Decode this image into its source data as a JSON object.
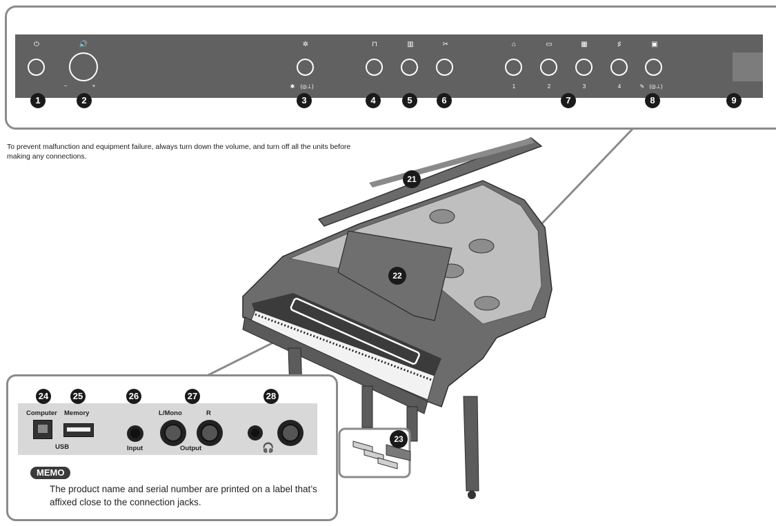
{
  "control_panel": {
    "volume_minus": "−",
    "volume_plus": "+",
    "button3_sub": "(◎⊥)",
    "button8_sub": "(◎⊥)",
    "tone_numbers": [
      "1",
      "2",
      "3",
      "4"
    ]
  },
  "callouts": {
    "n1": "1",
    "n2": "2",
    "n3": "3",
    "n4": "4",
    "n5": "5",
    "n6": "6",
    "n7": "7",
    "n8": "8",
    "n9": "9",
    "n21": "21",
    "n22": "22",
    "n23": "23",
    "n24": "24",
    "n25": "25",
    "n26": "26",
    "n27": "27",
    "n28": "28"
  },
  "warning_text": "To prevent malfunction and equipment failure, always turn down the volume, and turn off all the units before making any connections.",
  "jack_panel": {
    "computer_label": "Computer",
    "memory_label": "Memory",
    "usb_label": "USB",
    "input_label": "Input",
    "lmono_label": "L/Mono",
    "r_label": "R",
    "output_label": "Output"
  },
  "memo": {
    "badge": "MEMO",
    "text": "The product name and serial number are printed on a label that’s affixed close to the connection jacks."
  },
  "icons": {
    "power": "power-icon",
    "volume": "speaker-icon",
    "settings": "gear-icon",
    "bluetooth": "bluetooth-icon",
    "metronome": "metronome-icon",
    "keyboard": "keyboard-icon",
    "headphones": "headphones-icon"
  }
}
